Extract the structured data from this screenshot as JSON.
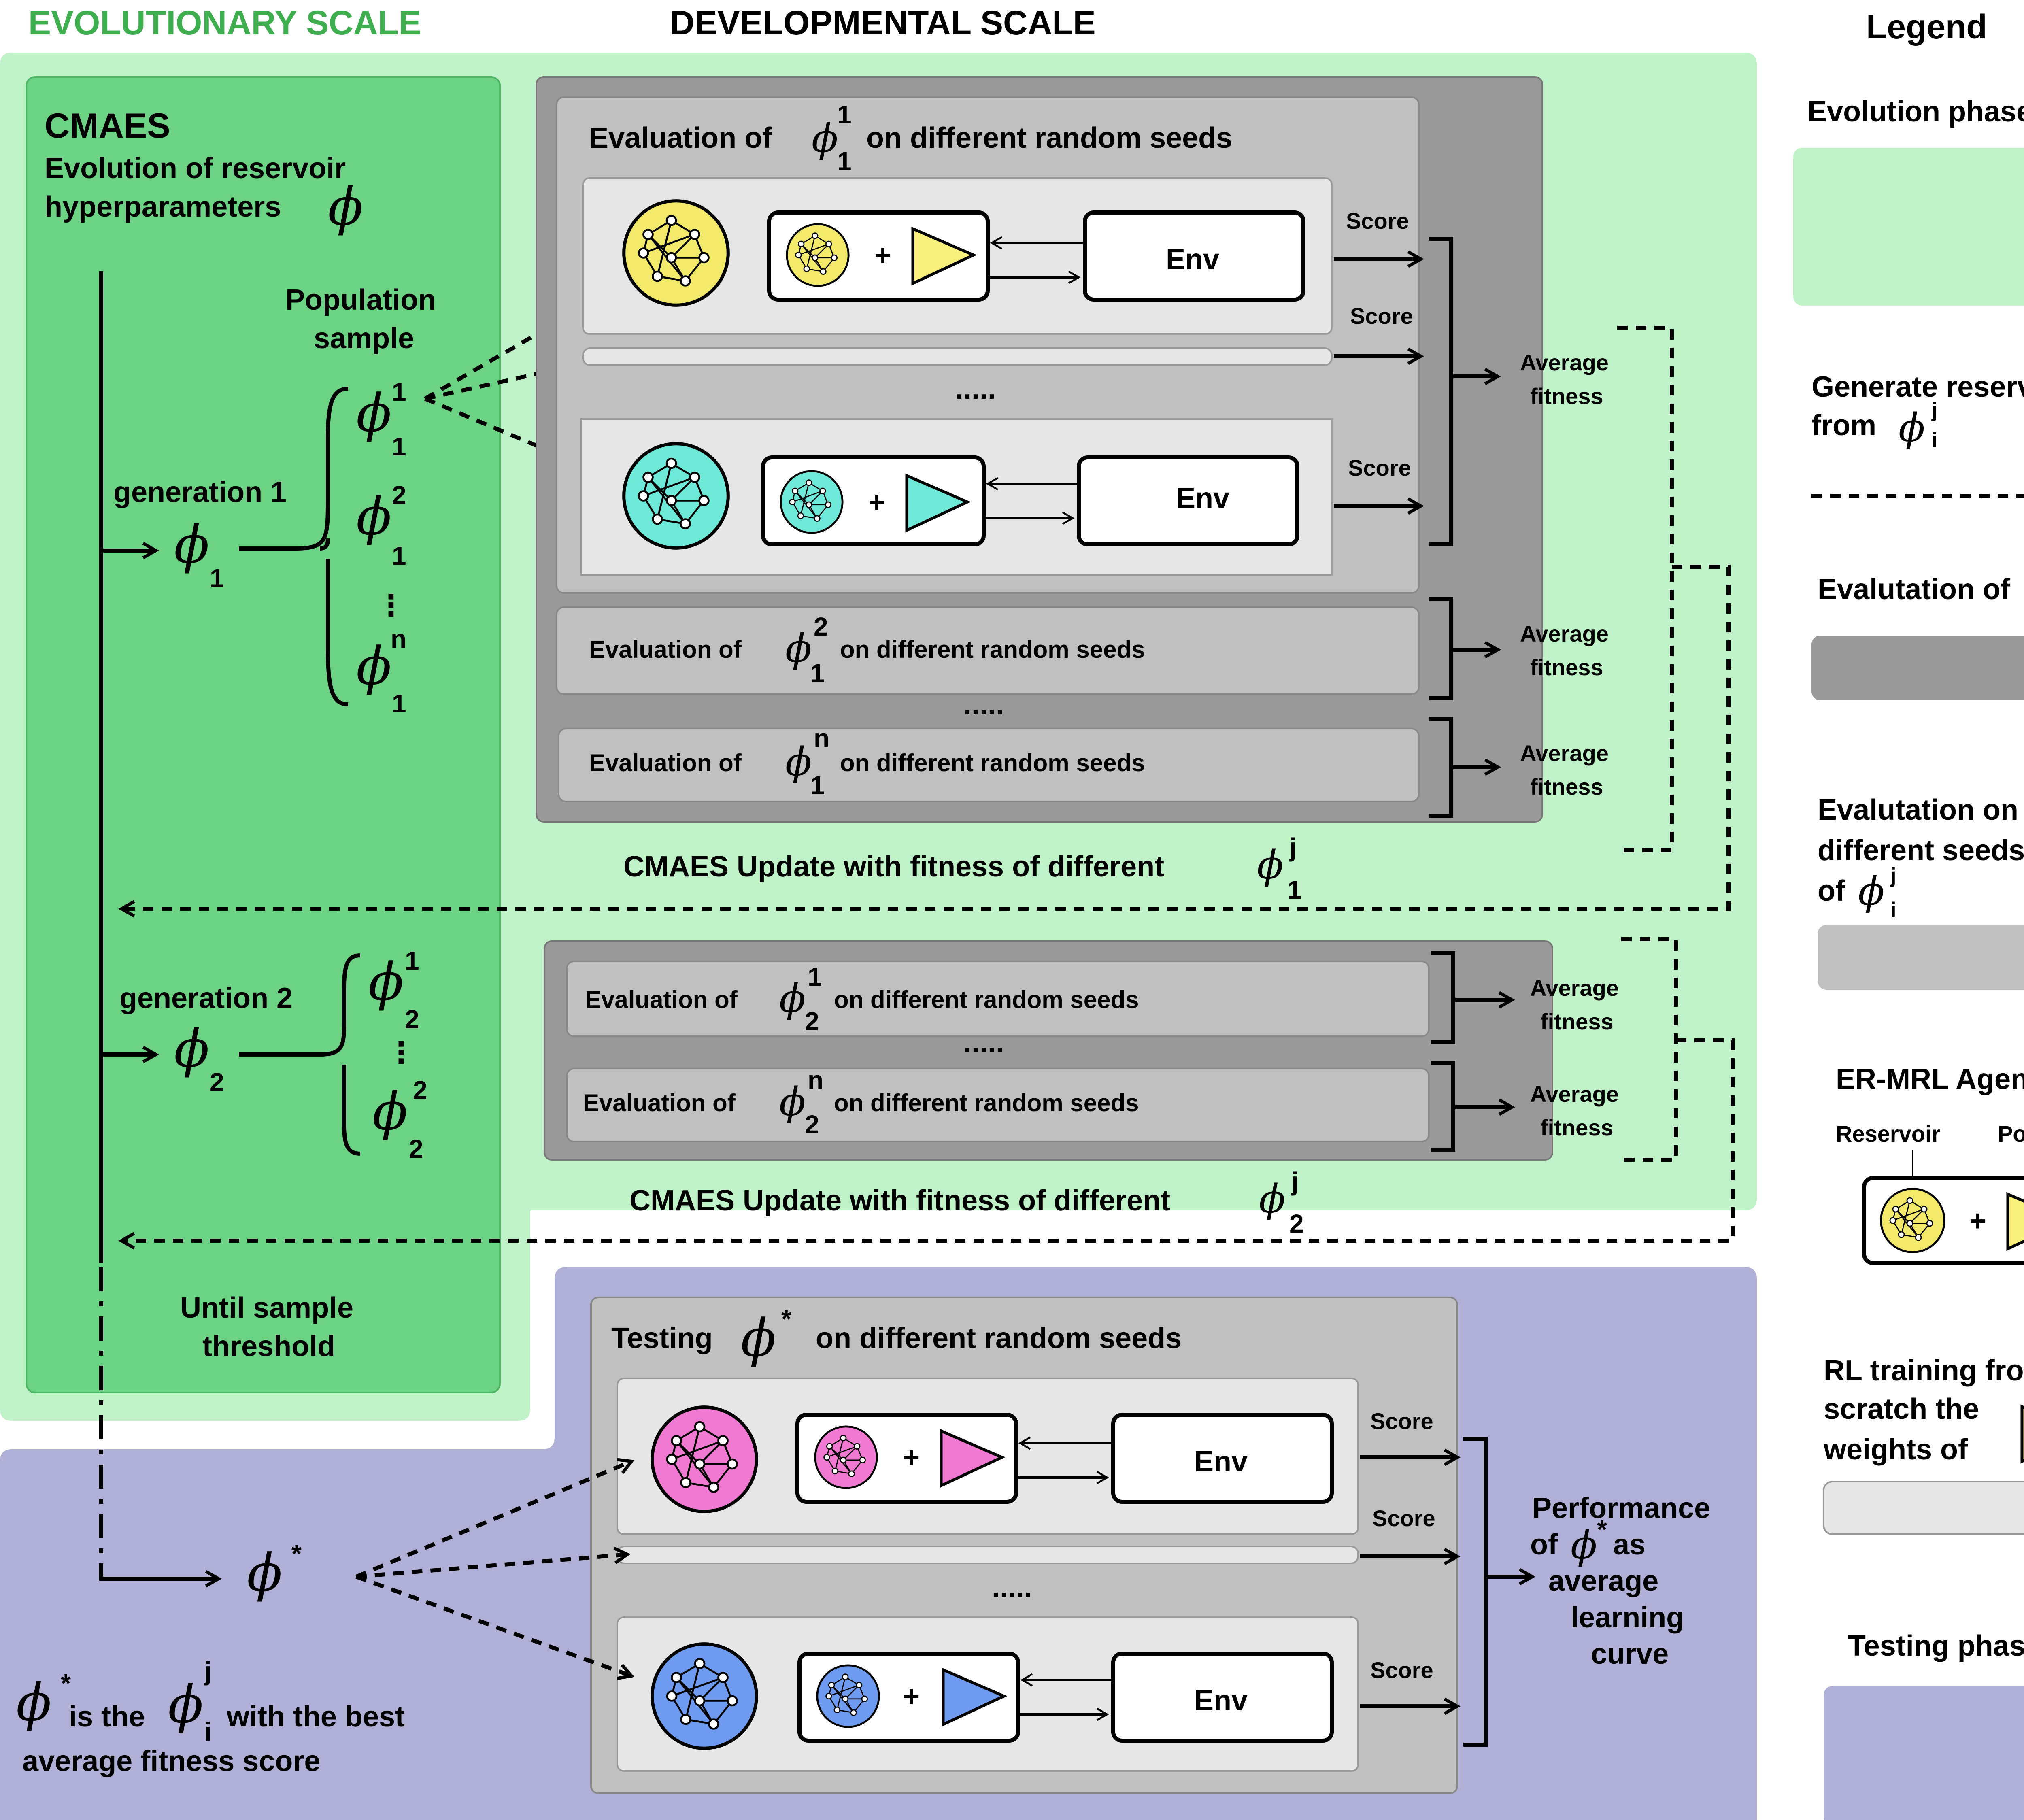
{
  "headers": {
    "evolutionary": "EVOLUTIONARY SCALE",
    "developmental": "DEVELOPMENTAL SCALE",
    "legend": "Legend"
  },
  "colors": {
    "evolution_phase": "#c0f2c8",
    "cmaes_panel": "#6dd384",
    "testing_phase": "#b0b0d7",
    "evaluation_of_phi": "#999999",
    "evaluation_seeds": "#c0c0c0",
    "rl_training": "#e6e6e6",
    "header_green": "#3fae4f",
    "reservoir_yellow": "#f2e96a",
    "reservoir_cyan": "#6ee8d8",
    "reservoir_pink": "#f07ad1",
    "reservoir_blue": "#6e9bf0",
    "policy_yellow": "#f8f07a",
    "policy_cyan": "#6ee8d8",
    "policy_pink": "#f07ad1",
    "policy_blue": "#6e9bf0"
  },
  "cmaes": {
    "title": "CMAES",
    "subtitle_line1": "Evolution of reservoir",
    "subtitle_line2": "hyperparameters",
    "population_line1": "Population",
    "population_line2": "sample",
    "gen1": "generation 1",
    "gen2": "generation 2",
    "until_line1": "Until sample",
    "until_line2": "threshold"
  },
  "symbols": {
    "phi": "ϕ",
    "star": "*",
    "sub_1": "1",
    "sub_2": "2",
    "sup_1": "1",
    "sup_2": "2",
    "sup_n": "n",
    "sup_j": "j",
    "sub_i": "i",
    "vdots": "⋮",
    "plus": "+",
    "dots": "....."
  },
  "evaluation": {
    "eval_prefix": "Evaluation of",
    "eval_suffix": "on different random seeds",
    "score": "Score",
    "env": "Env",
    "avg_line1": "Average",
    "avg_line2": "fitness",
    "update_text": "CMAES Update with fitness of different"
  },
  "testing": {
    "prefix": "Testing",
    "suffix": "on different random seeds",
    "perf_line1": "Performance",
    "perf_line2_a": "of",
    "perf_line2_b": "as",
    "perf_line3": "average",
    "perf_line4": "learning",
    "perf_line5": "curve",
    "best_is_the": "is the",
    "best_with": "with  the best",
    "best_line2": "average fitness score"
  },
  "legend": {
    "evolution_phase": "Evolution phase",
    "generate_line1": "Generate reservoir",
    "generate_line2": "from",
    "evaluation_of": "Evalutation of",
    "seeds_line1": "Evalutation on",
    "seeds_line2": "different seeds",
    "seeds_line3": "of",
    "agent_title": "ER-MRL Agent",
    "reservoir": "Reservoir",
    "policy": "Policy",
    "rl_line1": "RL training from",
    "rl_line2": "scratch the",
    "rl_line3": "weights of",
    "testing_phase": "Testing phase"
  }
}
